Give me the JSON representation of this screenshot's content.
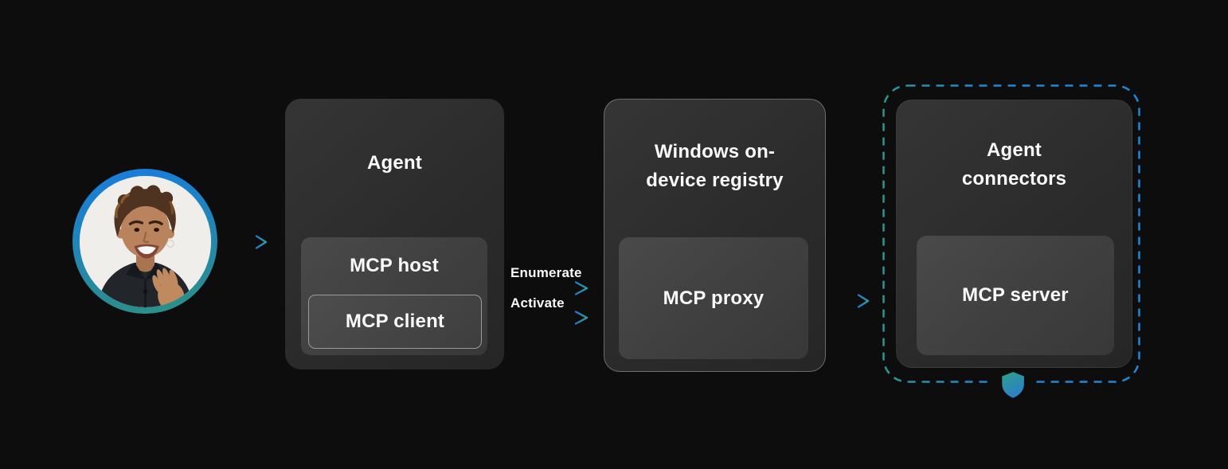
{
  "colors": {
    "background": "#0d0d0d",
    "accent_blue": "#1f86d6",
    "accent_teal": "#2b9790",
    "panel_fill": "#2e2e2e",
    "subpanel_fill": "#414141",
    "text": "#fafafa"
  },
  "avatar": {
    "icon": "user-photo-avatar"
  },
  "agent": {
    "title": "Agent",
    "host_label": "MCP host",
    "client_label": "MCP client"
  },
  "flows": {
    "enumerate_label": "Enumerate",
    "activate_label": "Activate"
  },
  "registry": {
    "title": "Windows on-device registry",
    "proxy_label": "MCP proxy"
  },
  "connectors": {
    "title": "Agent connectors",
    "server_label": "MCP server",
    "boundary_icon": "shield-icon"
  }
}
